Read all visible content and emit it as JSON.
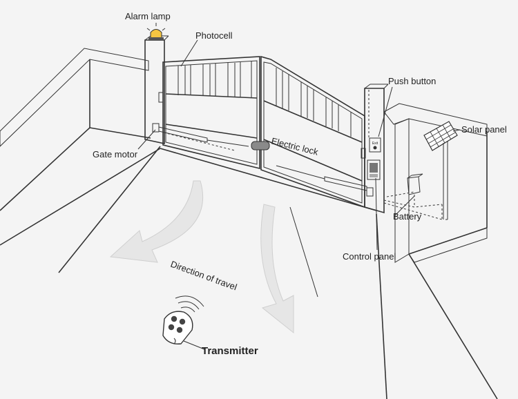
{
  "labels": {
    "alarm_lamp": "Alarm lamp",
    "photocell": "Photocell",
    "push_button": "Push button",
    "solar_panel": "Solar panel",
    "gate_motor": "Gate motor",
    "electric_lock": "Electric lock",
    "battery": "Battery",
    "control_panel": "Control panel",
    "direction_of_travel": "Direction of travel",
    "transmitter": "Transmitter",
    "exit_button_text": "Exit"
  },
  "colors": {
    "background": "#f4f4f4",
    "wall_top": "#e2e2e2",
    "arrow_fill": "#e6e6e6",
    "lamp": "#f5c542",
    "lock": "#8a8a8a"
  }
}
